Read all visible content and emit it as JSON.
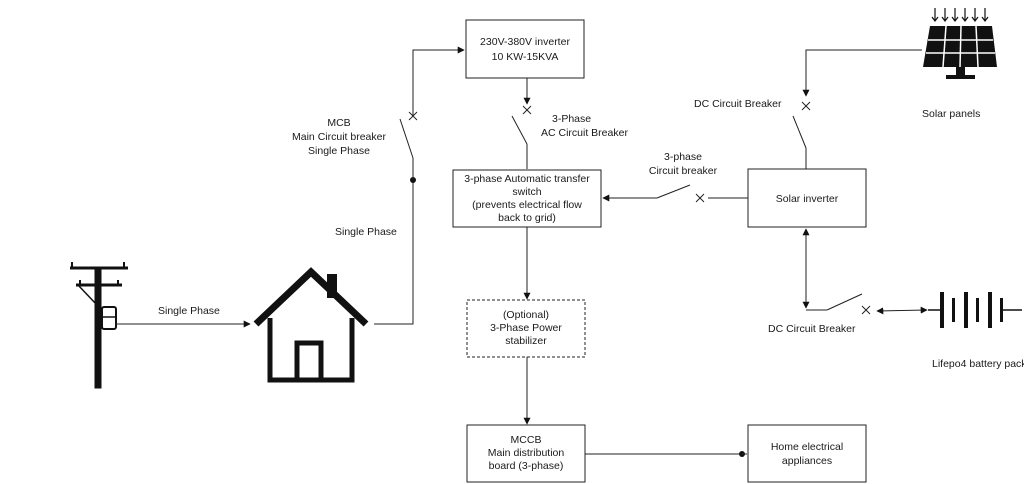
{
  "boxes": {
    "inverter": [
      "230V-380V inverter",
      "10 KW-15KVA"
    ],
    "ats": [
      "3-phase Automatic transfer",
      "switch",
      "(prevents electrical flow",
      "back to grid)"
    ],
    "stabilizer": [
      "(Optional)",
      "3-Phase Power",
      "stabilizer"
    ],
    "mccb": [
      "MCCB",
      "Main distribution",
      "board (3-phase)"
    ],
    "solar_inverter": [
      "Solar inverter"
    ],
    "appliances": [
      "Home electrical",
      "appliances"
    ]
  },
  "labels": {
    "mcb": [
      "MCB",
      "Main Circuit breaker",
      "Single Phase"
    ],
    "single_phase_upper": "Single Phase",
    "single_phase_lower": "Single Phase",
    "ac_breaker": [
      "3-Phase",
      "AC Circuit Breaker"
    ],
    "three_phase_breaker": [
      "3-phase",
      "Circuit breaker"
    ],
    "dc_breaker_top": "DC Circuit Breaker",
    "dc_breaker_bottom": "DC Circuit Breaker",
    "solar_panels": "Solar panels",
    "battery": "Lifepo4 battery pack"
  },
  "icons": [
    "utility-pole-icon",
    "house-icon",
    "solar-panel-icon",
    "battery-icon"
  ],
  "colors": {
    "stroke": "#222222",
    "text": "#1a1a1a",
    "background": "#ffffff"
  }
}
